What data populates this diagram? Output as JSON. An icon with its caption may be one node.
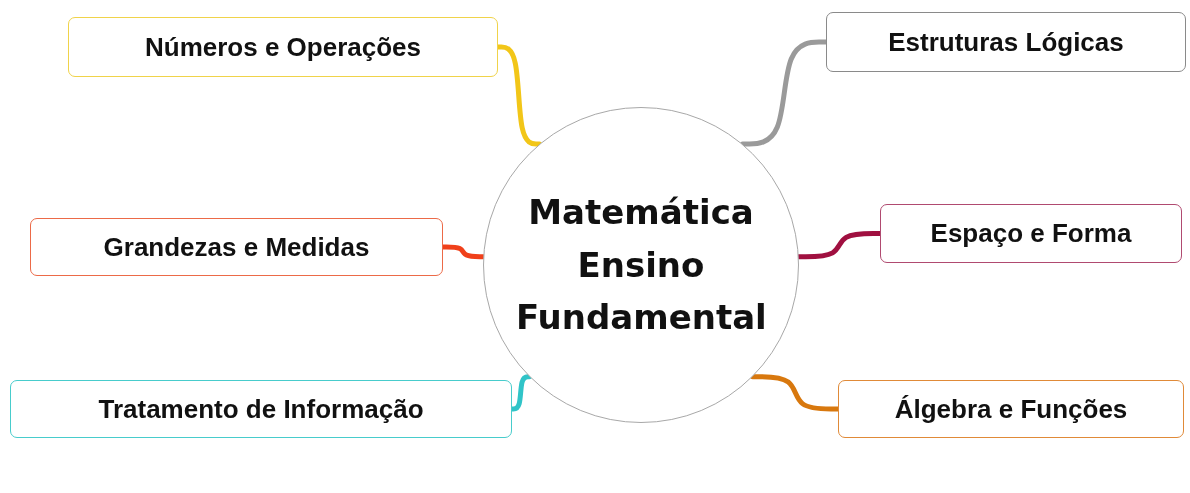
{
  "diagram": {
    "nodes": [
      {
        "text": [
          "Matemática Ensino Fundamental"
        ]
      },
      {
        "text": [
          "Números e Operações"
        ]
      },
      {
        "text": [
          "Estruturas Lógicas"
        ]
      },
      {
        "text": [
          "Grandezas e Medidas"
        ]
      },
      {
        "text": [
          "Espaço e Forma"
        ]
      },
      {
        "text": [
          "Tratamento de Informação"
        ]
      },
      {
        "text": [
          "Álgebra e Funções"
        ]
      }
    ],
    "edges": [
      {
        "from": 0,
        "to": 1,
        "arrow": "none",
        "color": "#f2c618"
      },
      {
        "from": 0,
        "to": 2,
        "arrow": "none",
        "color": "#9a9a9a"
      },
      {
        "from": 0,
        "to": 3,
        "arrow": "none",
        "color": "#f0401a"
      },
      {
        "from": 0,
        "to": 4,
        "arrow": "none",
        "color": "#a01040"
      },
      {
        "from": 0,
        "to": 5,
        "arrow": "none",
        "color": "#30c4c8"
      },
      {
        "from": 0,
        "to": 6,
        "arrow": "none",
        "color": "#d8780e"
      }
    ]
  }
}
